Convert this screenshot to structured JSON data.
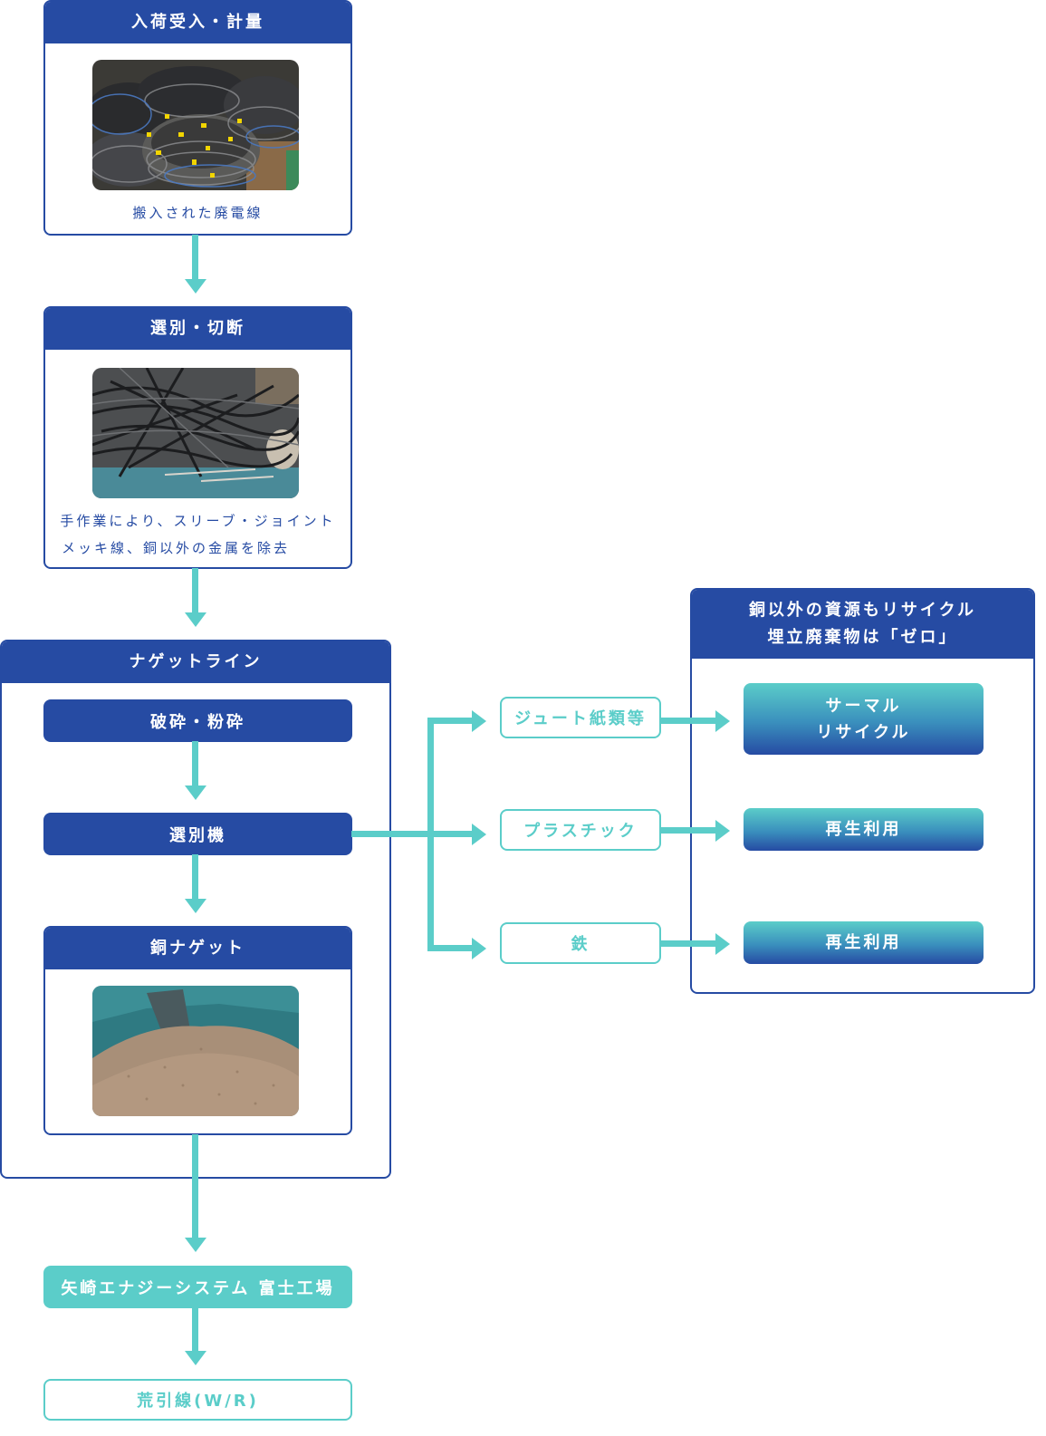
{
  "steps": {
    "intake": {
      "title": "入荷受入・計量",
      "photo_caption": "搬入された廃電線",
      "photo_subject": "coiled waste electric cables"
    },
    "sorting": {
      "title": "選別・切断",
      "description_line1": "手作業により、スリーブ・ジョイント",
      "description_line2": "メッキ線、銅以外の金属を除去",
      "photo_subject": "cut cables pile"
    },
    "nugget_line": {
      "title": "ナゲットライン",
      "crushing": "破砕・粉砕",
      "separator": "選別機",
      "copper_nugget": {
        "title": "銅ナゲット",
        "photo_subject": "copper nugget granules"
      }
    },
    "factory": "矢崎エナジーシステム 富士工場",
    "final_product": "荒引線(W/R)"
  },
  "byproducts": [
    {
      "label": "ジュート紙類等",
      "destination": "サーマル\nリサイクル",
      "destination_line1": "サーマル",
      "destination_line2": "リサイクル"
    },
    {
      "label": "プラスチック",
      "destination": "再生利用"
    },
    {
      "label": "鉄",
      "destination": "再生利用"
    }
  ],
  "recycle_panel": {
    "title_line1": "銅以外の資源もリサイクル",
    "title_line2": "埋立廃棄物は「ゼロ」"
  },
  "colors": {
    "navy": "#264ba3",
    "teal": "#5bcdc9",
    "white": "#ffffff"
  }
}
